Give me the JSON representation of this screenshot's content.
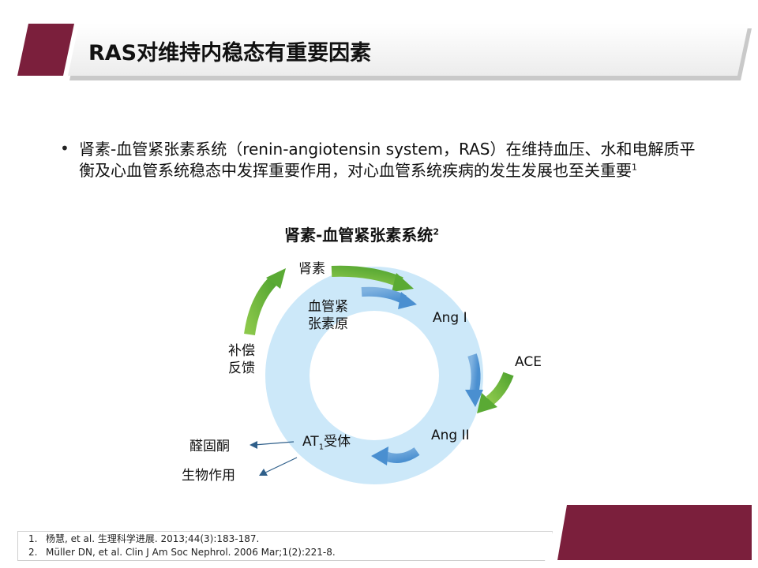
{
  "header": {
    "title": "RAS对维持内稳态有重要因素"
  },
  "bullet": {
    "text": "肾素-血管紧张素系统（renin-angiotensin system，RAS）在维持血压、水和电解质平衡及心血管系统稳态中发挥重要作用，对心血管系统疾病的发生发展也至关重要",
    "superscript": "1"
  },
  "diagram": {
    "title": "肾素-血管紧张素系统",
    "title_superscript": "2",
    "nodes": {
      "renin": "肾素",
      "angiotensinogen_line1": "血管紧",
      "angiotensinogen_line2": "张素原",
      "ang1": "Ang I",
      "ace": "ACE",
      "ang2": "Ang II",
      "at1_prefix": "AT",
      "at1_sub": "1",
      "at1_suffix": "受体",
      "feedback_line1": "补偿",
      "feedback_line2": "反馈",
      "aldosterone": "醛固酮",
      "bio_effect": "生物作用"
    },
    "colors": {
      "ring": "#cce8f9",
      "blue_arrow": "#5b9bd5",
      "green_arrow": "#6db33f"
    }
  },
  "references": [
    {
      "num": "1.",
      "text": "杨慧, et al. 生理科学进展. 2013;44(3):183-187."
    },
    {
      "num": "2.",
      "text": "Müller DN, et al. Clin J Am Soc Nephrol. 2006 Mar;1(2):221-8."
    }
  ],
  "theme": {
    "accent": "#7b1f3c"
  }
}
